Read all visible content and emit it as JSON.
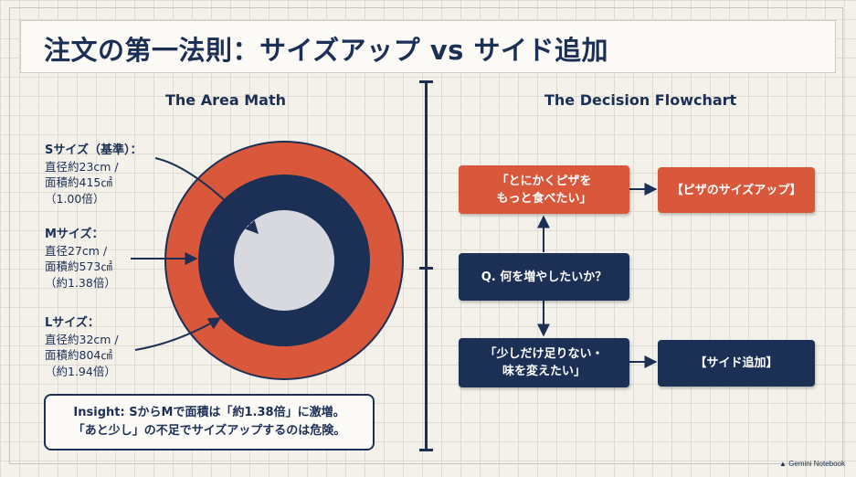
{
  "title": "注文の第一法則：サイズアップ vs サイド追加",
  "left": {
    "heading": "The Area Math",
    "sizes": [
      {
        "head": "Sサイズ（基準）：",
        "diameter": "直径約23cm /",
        "area": "面積約415㎠",
        "ratio": "（1.00倍）"
      },
      {
        "head": "Mサイズ：",
        "diameter": "直径27cm /",
        "area": "面積約573㎠",
        "ratio": "（約1.38倍）"
      },
      {
        "head": "Lサイズ：",
        "diameter": "直径約32cm /",
        "area": "面積約804㎠",
        "ratio": "（約1.94倍）"
      }
    ],
    "insight_line1": "Insight: SからMで面積は「約1.38倍」に激増。",
    "insight_line2": "「あと少し」の不足でサイズアップするのは危険。"
  },
  "right": {
    "heading": "The Decision Flowchart",
    "question": "Q. 何を増やしたいか？",
    "upper_box": "「とにかくピザを\nもっと食べたい」",
    "upper_result": "【ピザのサイズアップ】",
    "lower_box": "「少しだけ足りない・\n味を変えたい」",
    "lower_result": "【サイド追加】"
  },
  "colors": {
    "navy": "#1c2f55",
    "orange": "#d9573b",
    "light_gray": "#d8d9de"
  },
  "brand": "Gemini Notebook"
}
